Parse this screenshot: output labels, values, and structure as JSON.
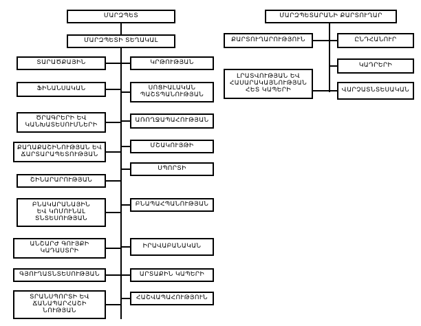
{
  "diagram": {
    "title": "Marzpetaran organizational structure chart",
    "type": "org-chart",
    "line_color": "#000000",
    "box_border_color": "#000000",
    "background": "#ffffff"
  },
  "left_tree": {
    "root": {
      "label": "ՄԱՐԶՊԵՏ"
    },
    "deputy": {
      "label": "ՄԱՐԶՊԵՏԻ ՏԵՂԱԿԱԼ"
    },
    "left_departments": [
      {
        "lines": [
          "ՏԱՐԱԾՔԱՅԻՆ"
        ]
      },
      {
        "lines": [
          "ՖԻՆԱՆՍԱԿԱՆ"
        ]
      },
      {
        "lines": [
          "ԾՐԱԳՐԵՐԻ ԵՎ",
          "ԿԱՆԽԱՏԵՍՈՒՄՆԵՐԻ"
        ]
      },
      {
        "lines": [
          "ՔԱՂԱՔԱՇԻՆՈՒԹՅԱՆ ԵՎ",
          "ՃԱՐՏԱՐԱՊԵՏՈՒԹՅԱՆ"
        ]
      },
      {
        "lines": [
          "ՇԻՆԱՐԱՐՈՒԹՅԱՆ"
        ]
      },
      {
        "lines": [
          "ԲՆԱԿԱՐԱՆԱՅԻՆ",
          "ԵՎ ԿՈՄՈՒՆԱԼ",
          "ՏՆՏԵՍՈՒԹՅԱՆ"
        ]
      },
      {
        "lines": [
          "ԱՆՇԱՐԺ ԳՈՒՅՔԻ",
          "ԿԱԴԱՍՏՐԻ"
        ]
      },
      {
        "lines": [
          "ԳՅՈՒՂԱՏՆՏԵՍՈՒԹՅԱՆ"
        ]
      },
      {
        "lines": [
          "ՏՐԱՆՍՊՈՐՏԻ ԵՎ",
          "ՃԱՆԱՊԱՐՀԱՇԻ",
          "ՆՈՒԹՅԱՆ"
        ]
      }
    ],
    "right_departments": [
      {
        "lines": [
          "ԿՐԹՈՒԹՅԱՆ"
        ]
      },
      {
        "lines": [
          "ՍՈՑԻԱԼԱԿԱՆ",
          "ՊԱՇՏՊԱՆՈՒԹՅԱՆ"
        ]
      },
      {
        "lines": [
          "ԱՌՈՂՋԱՊԱՀՈՒԹՅԱՆ"
        ]
      },
      {
        "lines": [
          "ՄՇԱԿՈՒՅԹԻ"
        ]
      },
      {
        "lines": [
          "ՍՊՈՐՏԻ"
        ]
      },
      {
        "lines": [
          "ԲՆԱՊԱՀՊԱՆՈՒԹՅԱՆ"
        ]
      },
      {
        "lines": [
          "ԻՐԱՎԱԲԱՆԱԿԱՆ"
        ]
      },
      {
        "lines": [
          "ԱՐՏԱՔԻՆ ԿԱՊԵՐԻ"
        ]
      },
      {
        "lines": [
          "ՀԱՇՎԱՊԱՀՈՒԹՅՈՒՆ"
        ]
      }
    ]
  },
  "right_tree": {
    "root": {
      "label": "ՄԱՐԶՊԵՏԱՐԱՆԻ ՔԱՐՏՈՒՂԱՐ"
    },
    "left_departments": [
      {
        "lines": [
          "ՔԱՐՏՈՒՂԱՐՈՒԹՅՈՒՆ"
        ]
      },
      {
        "lines": [
          "ԼՐԱՏՎՈՒԹՅԱՆ ԵՎ",
          "ՀԱՍԱՐԱԿԱՅՆՈՒԹՅԱՆ",
          "ՀԵՏ ԿԱՊԵՐԻ"
        ]
      }
    ],
    "right_departments": [
      {
        "lines": [
          "ԸՆԴՀԱՆՈՒՐ"
        ]
      },
      {
        "lines": [
          "ԿԱԴՐԵՐԻ"
        ]
      },
      {
        "lines": [
          "ՎԱՐՉԱՏՆՏԵՍԱԿԱՆ"
        ]
      }
    ]
  }
}
